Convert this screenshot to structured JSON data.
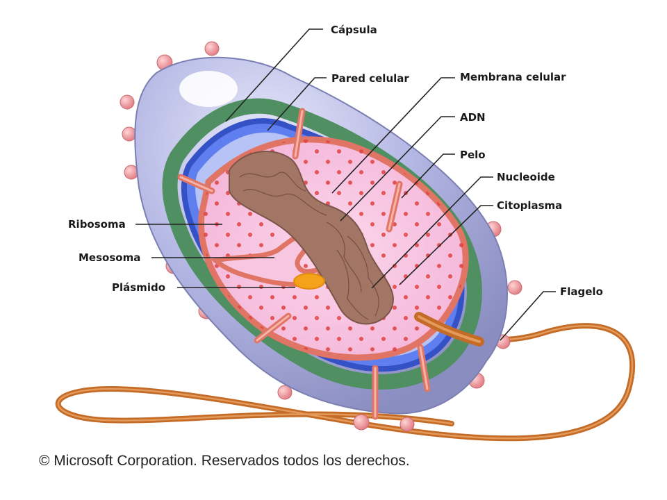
{
  "diagram": {
    "labels": {
      "capsula": "Cápsula",
      "pared_celular": "Pared celular",
      "membrana_celular": "Membrana celular",
      "adn": "ADN",
      "pelo": "Pelo",
      "nucleoide": "Nucleoide",
      "citoplasma": "Citoplasma",
      "flagelo": "Flagelo",
      "ribosoma": "Ribosoma",
      "mesosoma": "Mesosoma",
      "plasmido": "Plásmido"
    },
    "copyright": "© Microsoft Corporation. Reservados todos los derechos.",
    "colors": {
      "capsule": "#a9acd8",
      "cell_wall": "#4a8a5a",
      "blue_band": "#4466dd",
      "membrane": "#e27a6a",
      "cytoplasm": "#f7c6e0",
      "nucleoid": "#a67a6a",
      "plasmid": "#f4a21a",
      "flagellum": "#c06a26",
      "pili": "#f29a9a"
    }
  }
}
